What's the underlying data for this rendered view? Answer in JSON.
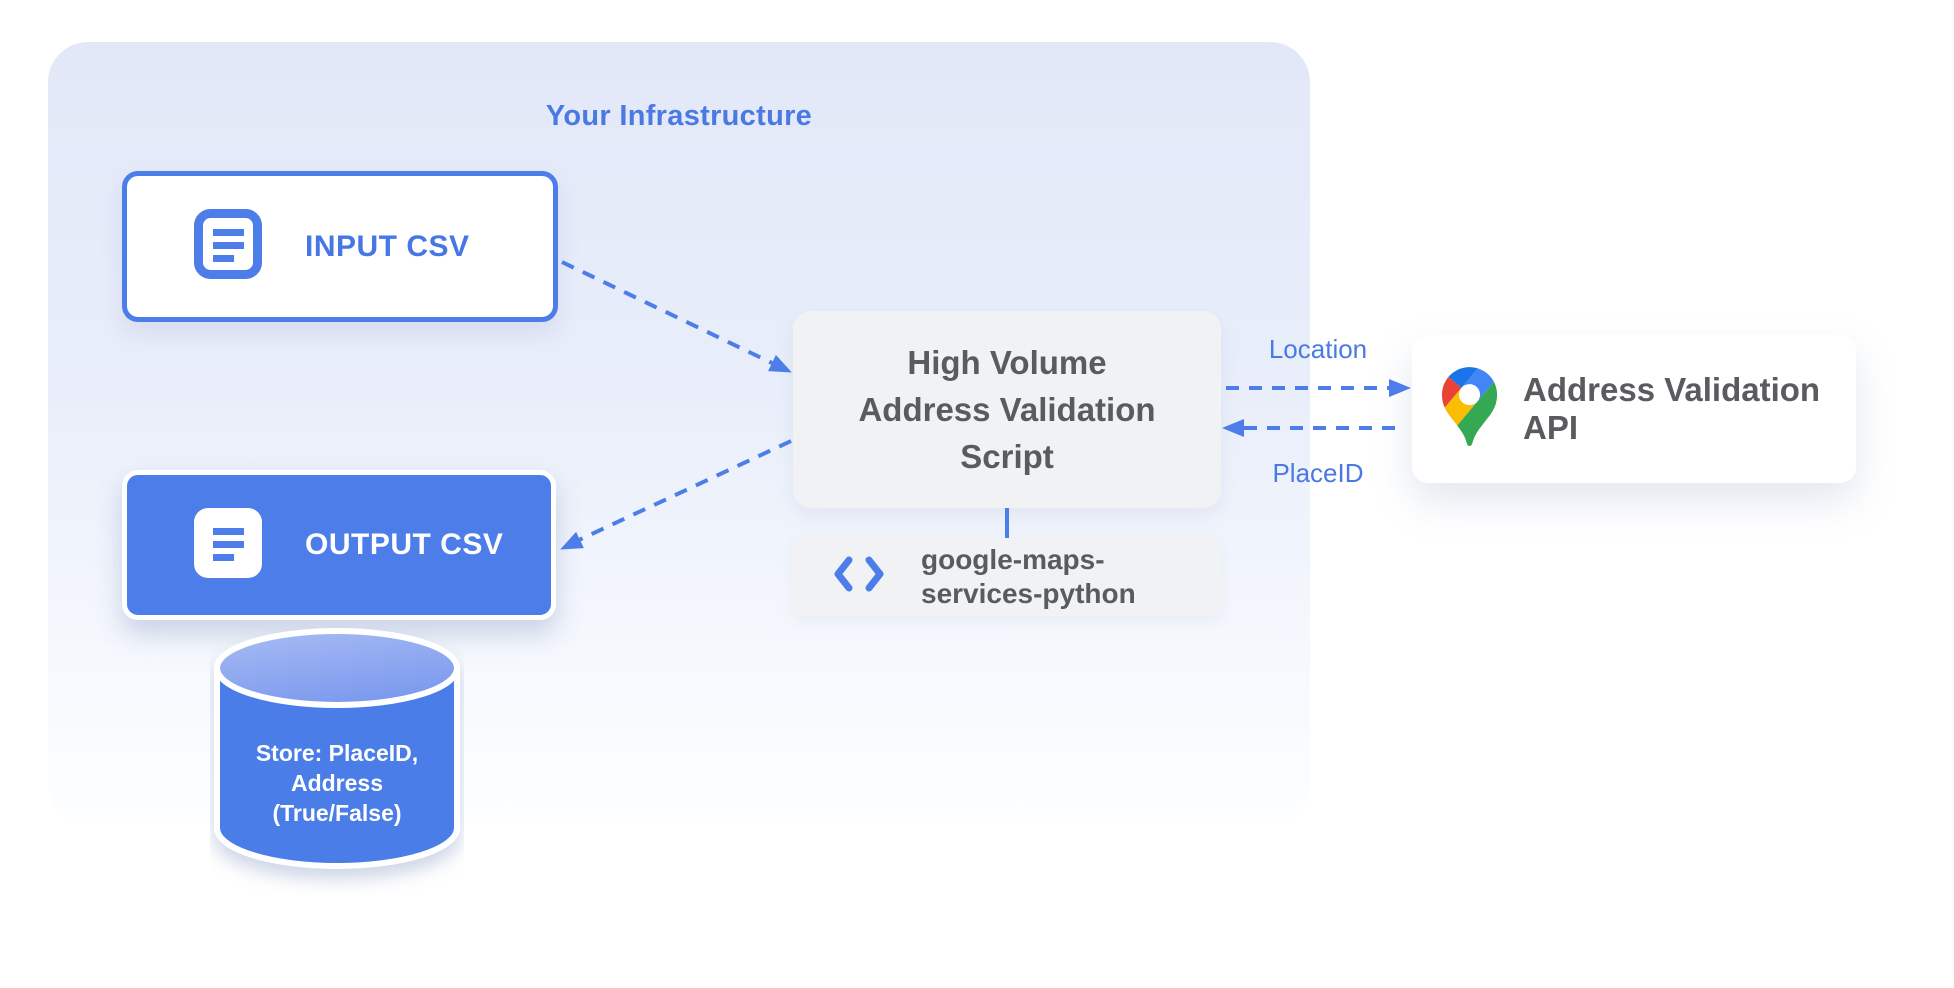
{
  "diagram_title": "Your Infrastructure",
  "nodes": {
    "input_csv": {
      "label": "INPUT CSV",
      "icon": "document-icon"
    },
    "output_csv": {
      "label": "OUTPUT CSV",
      "icon": "document-icon"
    },
    "datastore": {
      "lines": [
        "Store: PlaceID,",
        "Address",
        "(True/False)"
      ],
      "shape": "cylinder"
    },
    "script": {
      "lines": [
        "High Volume",
        "Address Validation",
        "Script"
      ]
    },
    "library": {
      "lines": [
        "google-maps-",
        "services-python"
      ],
      "icon": "code-icon"
    },
    "api": {
      "label": "Address Validation API",
      "icon": "google-maps-pin-icon"
    }
  },
  "edges": {
    "input_to_script": {
      "style": "dashed",
      "from": "input_csv",
      "to": "script"
    },
    "script_to_output": {
      "style": "dashed",
      "from": "script",
      "to": "output_csv"
    },
    "script_to_api": {
      "style": "dashed",
      "from": "script",
      "to": "api",
      "label": "Location"
    },
    "api_to_script": {
      "style": "dashed",
      "from": "api",
      "to": "script",
      "label": "PlaceID"
    },
    "script_to_library": {
      "style": "solid",
      "from": "script",
      "to": "library"
    }
  },
  "labels": {
    "location": "Location",
    "placeid": "PlaceID"
  },
  "colors": {
    "accent_blue": "#4C7DE8",
    "label_blue": "#4B79E4",
    "container_bg_top": "#E2E8F8",
    "container_bg_bottom": "#FDFEFF",
    "gray_box_bg": "#F1F2F3",
    "dark_text": "#595B5F",
    "cylinder_top": "#A5B8F3",
    "cylinder_body": "#4C7DE8",
    "google_red": "#EA4335",
    "google_blue": "#4285F4",
    "google_dark_blue": "#1A73E8",
    "google_yellow": "#FBBC04",
    "google_green": "#34A853"
  }
}
